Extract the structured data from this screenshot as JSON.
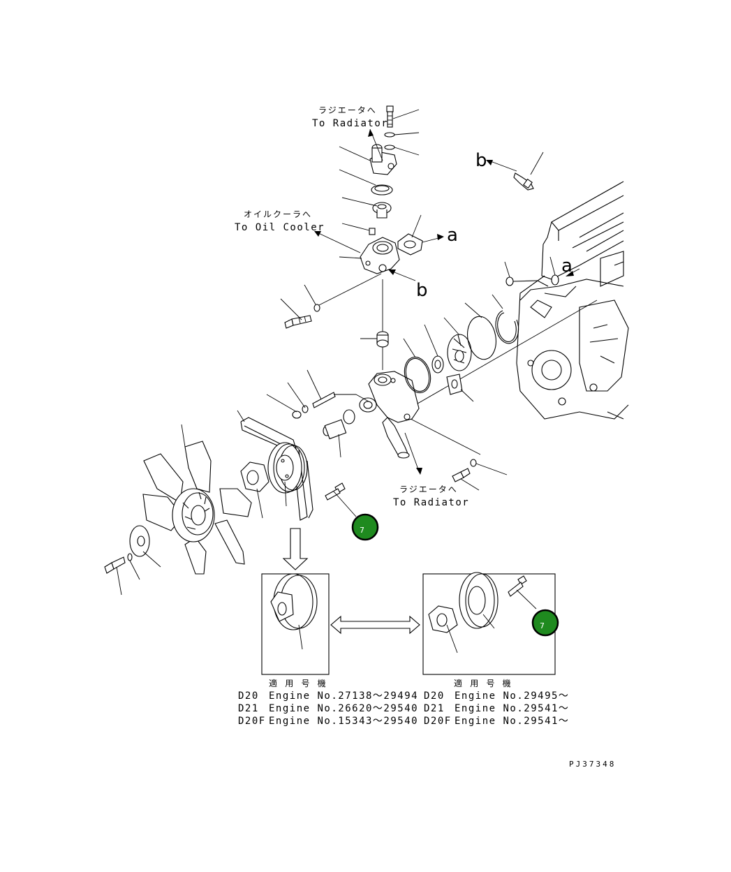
{
  "labels": {
    "radiator_top_jp": "ラジエータへ",
    "radiator_top_en": "To Radiator",
    "oil_cooler_jp": "オイルクーラへ",
    "oil_cooler_en": "To Oil Cooler",
    "radiator_bottom_jp": "ラジエータへ",
    "radiator_bottom_en": "To Radiator",
    "ref_a1": "a",
    "ref_a2": "a",
    "ref_b1": "b",
    "ref_b2": "b"
  },
  "badges": [
    {
      "number": "7",
      "color": "#1f8a1f"
    },
    {
      "number": "7",
      "color": "#1f8a1f"
    }
  ],
  "applicability": {
    "left": {
      "header": "適 用 号 機",
      "rows": [
        {
          "model": "D20",
          "engine": "Engine No.27138～29494"
        },
        {
          "model": "D21",
          "engine": "Engine No.26620～29540"
        },
        {
          "model": "D20F",
          "engine": "Engine No.15343～29540"
        }
      ]
    },
    "right": {
      "header": "適 用 号 機",
      "rows": [
        {
          "model": "D20",
          "engine": "Engine No.29495～"
        },
        {
          "model": "D21",
          "engine": "Engine No.29541～"
        },
        {
          "model": "D20F",
          "engine": "Engine No.29541～"
        }
      ]
    }
  },
  "figure_code": "PJ37348"
}
